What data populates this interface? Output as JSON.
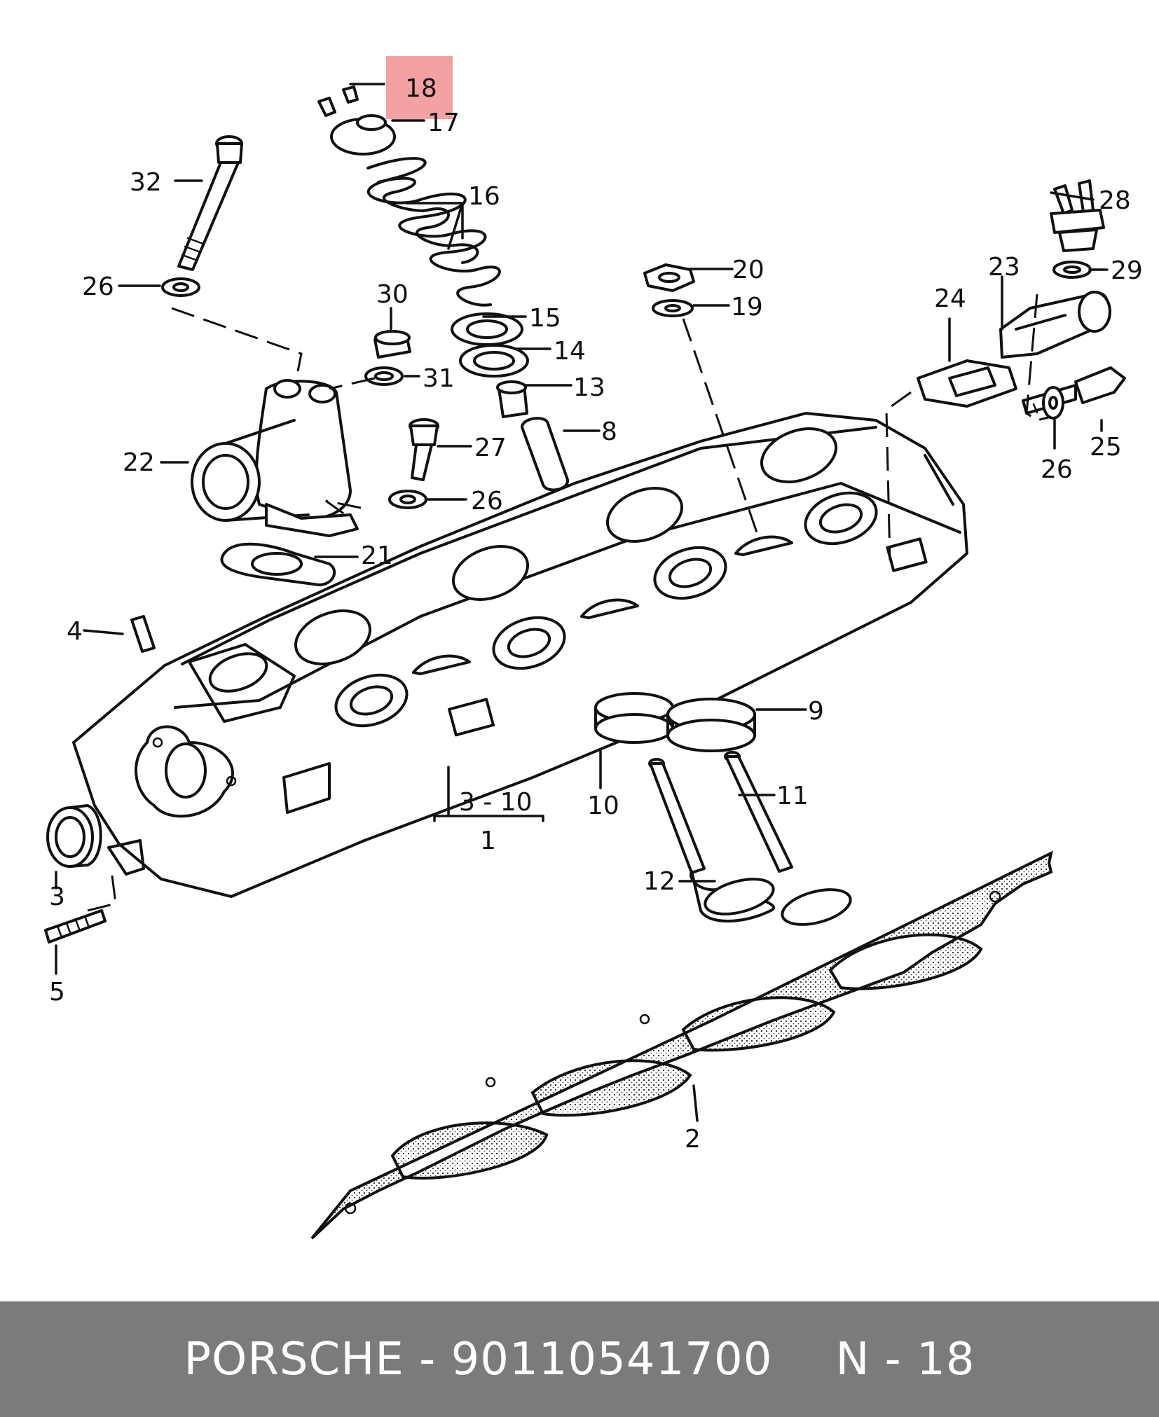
{
  "diagram": {
    "highlight_color": "#f4a1a4",
    "highlighted_label": "18",
    "part_labels": {
      "p1": "1",
      "p2": "2",
      "p3": "3",
      "p3_10": "3 - 10",
      "p4": "4",
      "p5": "5",
      "p8": "8",
      "p9": "9",
      "p10": "10",
      "p11": "11",
      "p12": "12",
      "p13": "13",
      "p14": "14",
      "p15": "15",
      "p16": "16",
      "p17": "17",
      "p18": "18",
      "p19": "19",
      "p20": "20",
      "p21": "21",
      "p22": "22",
      "p23": "23",
      "p24": "24",
      "p25": "25",
      "p26a": "26",
      "p26b": "26",
      "p26c": "26",
      "p27": "27",
      "p28": "28",
      "p29": "29",
      "p30": "30",
      "p31": "31",
      "p32": "32"
    }
  },
  "footer": {
    "background": "#7b7b7b",
    "brand_part": "PORSCHE - 90110541700",
    "page_ref": "N - 18"
  }
}
